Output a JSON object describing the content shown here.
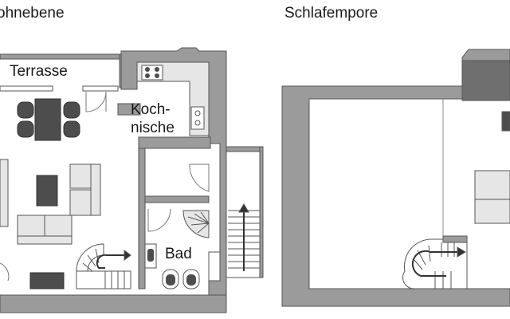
{
  "floors": {
    "left": {
      "title": "ohnebene"
    },
    "right": {
      "title": "Schlafempore"
    }
  },
  "rooms": {
    "terrace": "Terrasse",
    "kitchen_line1": "Koch-",
    "kitchen_line2": "nische",
    "bath": "Bad"
  },
  "colors": {
    "wall": "#9b9b9b",
    "wall_edge": "#555555",
    "furniture_dark": "#4d4d4d",
    "furniture_light": "#e6e6e6",
    "background": "#ffffff"
  }
}
